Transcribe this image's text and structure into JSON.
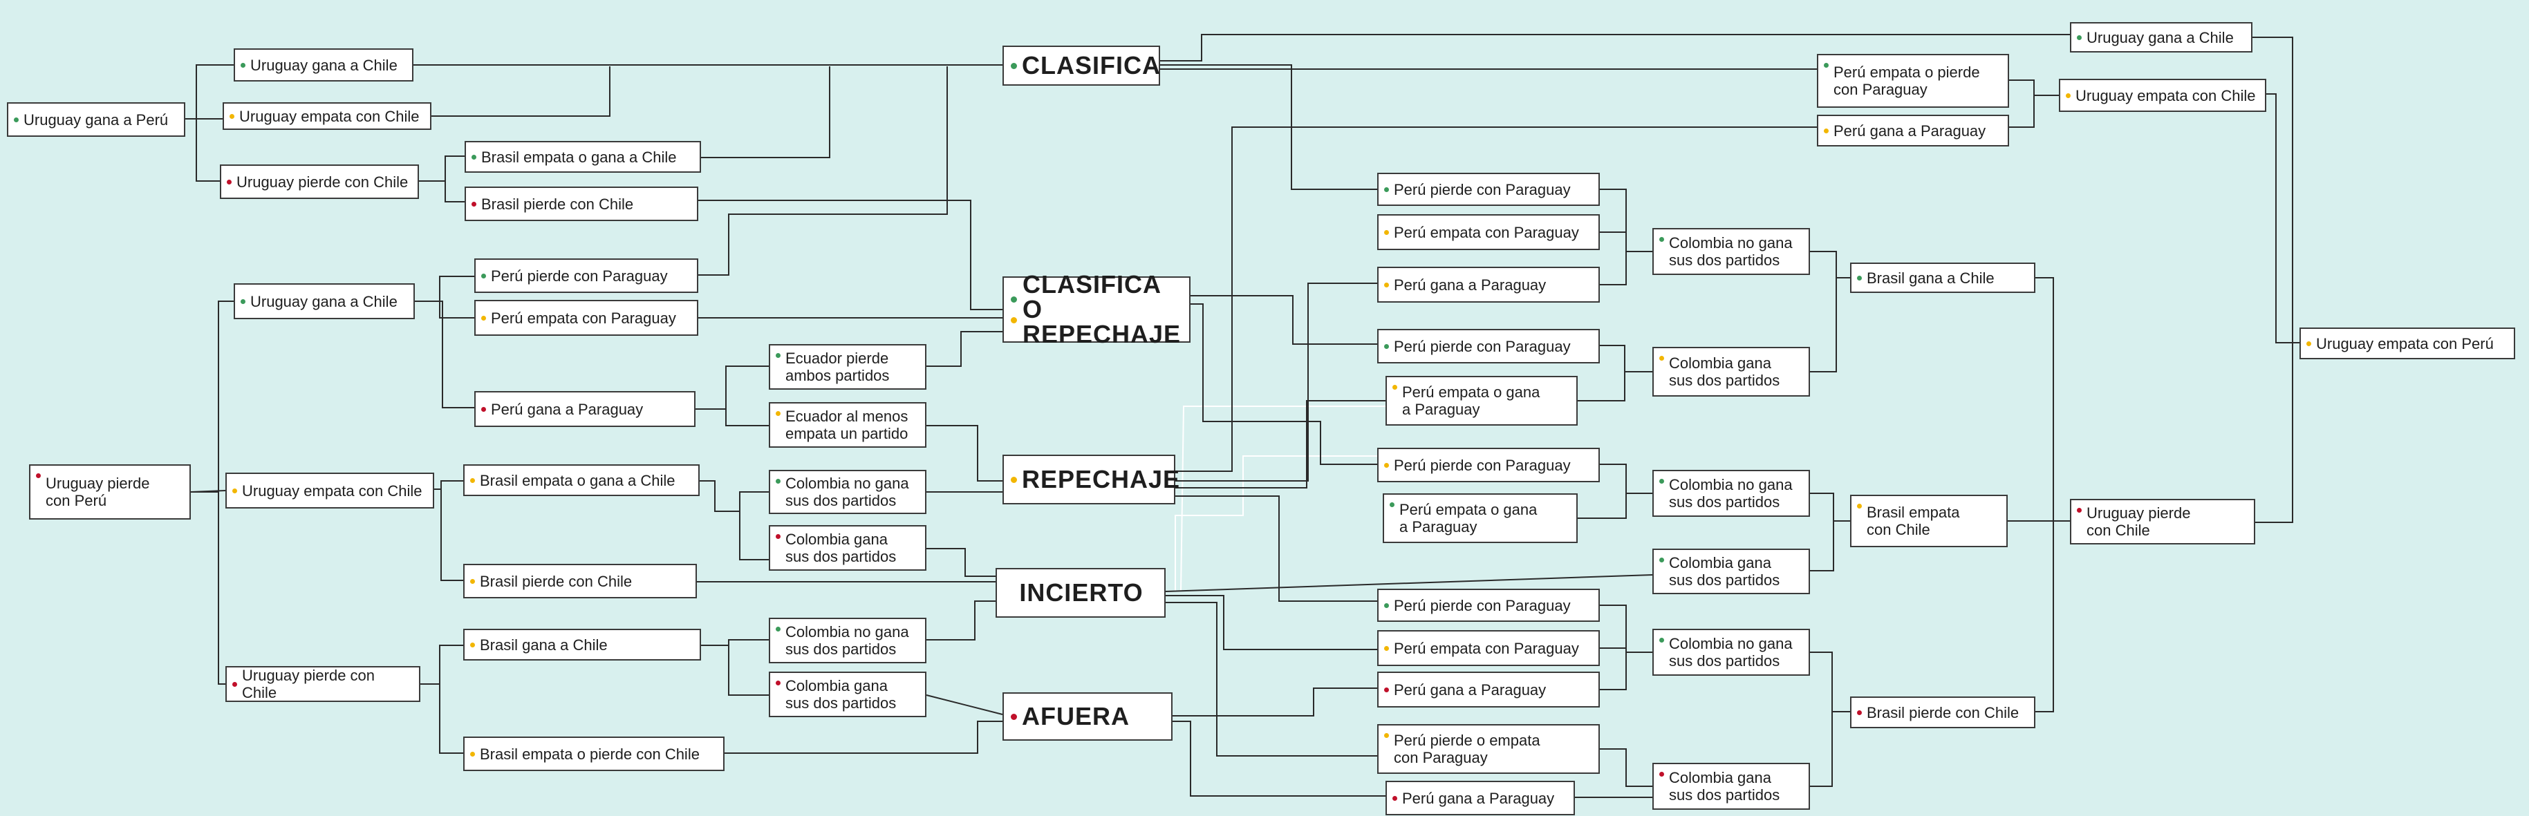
{
  "colors": {
    "green": "#3b9a5a",
    "yellow": "#f2b600",
    "red": "#c0102a",
    "background": "#d8f0ee"
  },
  "nodes": [
    {
      "id": "n01",
      "text": "Uruguay gana a Perú",
      "dot": "green"
    },
    {
      "id": "n02",
      "text": "Uruguay gana a Chile",
      "dot": "green"
    },
    {
      "id": "n03",
      "text": "Uruguay empata con Chile",
      "dot": "yellow"
    },
    {
      "id": "n04",
      "text": "Uruguay pierde con Chile",
      "dot": "red"
    },
    {
      "id": "n05",
      "text": "Brasil empata o gana a Chile",
      "dot": "green"
    },
    {
      "id": "n06",
      "text": "Brasil pierde con Chile",
      "dot": "red"
    },
    {
      "id": "n07",
      "text": "Uruguay pierde\ncon Perú",
      "dot": "red"
    },
    {
      "id": "n08",
      "text": "Uruguay gana a Chile",
      "dot": "green"
    },
    {
      "id": "n09",
      "text": "Perú pierde con Paraguay",
      "dot": "green"
    },
    {
      "id": "n10",
      "text": "Perú empata con Paraguay",
      "dot": "yellow"
    },
    {
      "id": "n11",
      "text": "Perú gana a Paraguay",
      "dot": "red"
    },
    {
      "id": "n12",
      "text": "Ecuador pierde\nambos partidos",
      "dot": "green"
    },
    {
      "id": "n13",
      "text": "Ecuador al menos\nempata un partido",
      "dot": "yellow"
    },
    {
      "id": "n14",
      "text": "Uruguay empata con Chile",
      "dot": "yellow"
    },
    {
      "id": "n15",
      "text": "Brasil empata o gana a Chile",
      "dot": "yellow"
    },
    {
      "id": "n16",
      "text": "Brasil pierde con Chile",
      "dot": "yellow"
    },
    {
      "id": "n17",
      "text": "Colombia no gana\nsus dos partidos",
      "dot": "green"
    },
    {
      "id": "n18",
      "text": "Colombia gana\nsus dos partidos",
      "dot": "red"
    },
    {
      "id": "n19",
      "text": "Uruguay pierde con  Chile",
      "dot": "red"
    },
    {
      "id": "n20",
      "text": "Brasil gana a Chile",
      "dot": "yellow"
    },
    {
      "id": "n21",
      "text": "Brasil empata o pierde con Chile",
      "dot": "yellow"
    },
    {
      "id": "n22",
      "text": "Colombia no gana\nsus dos partidos",
      "dot": "green"
    },
    {
      "id": "n23",
      "text": "Colombia gana\nsus dos partidos",
      "dot": "red"
    },
    {
      "id": "n24",
      "text": "Perú pierde con Paraguay",
      "dot": "green"
    },
    {
      "id": "n25",
      "text": "Perú empata con Paraguay",
      "dot": "yellow"
    },
    {
      "id": "n26",
      "text": "Perú gana a Paraguay",
      "dot": "yellow"
    },
    {
      "id": "n27",
      "text": "Perú pierde con Paraguay",
      "dot": "green"
    },
    {
      "id": "n28",
      "text": "Perú empata o gana\na Paraguay",
      "dot": "yellow"
    },
    {
      "id": "n29",
      "text": "Perú pierde con Paraguay",
      "dot": "yellow"
    },
    {
      "id": "n30",
      "text": "Perú empata o gana\na Paraguay",
      "dot": "green"
    },
    {
      "id": "n31",
      "text": "Perú pierde con Paraguay",
      "dot": "green"
    },
    {
      "id": "n32",
      "text": "Perú empata con Paraguay",
      "dot": "yellow"
    },
    {
      "id": "n33",
      "text": "Perú gana a Paraguay",
      "dot": "red"
    },
    {
      "id": "n34",
      "text": "Perú pierde o empata\ncon Paraguay",
      "dot": "yellow"
    },
    {
      "id": "n35",
      "text": "Perú gana a Paraguay",
      "dot": "red"
    },
    {
      "id": "n36",
      "text": "Colombia no gana\nsus dos partidos",
      "dot": "green"
    },
    {
      "id": "n37",
      "text": "Colombia gana\nsus dos partidos",
      "dot": "yellow"
    },
    {
      "id": "n38",
      "text": "Colombia no gana\nsus dos partidos",
      "dot": "green"
    },
    {
      "id": "n39",
      "text": "Colombia gana\nsus dos partidos",
      "dot": "green"
    },
    {
      "id": "n40",
      "text": "Colombia no gana\nsus dos partidos",
      "dot": "green"
    },
    {
      "id": "n41",
      "text": "Colombia gana\nsus dos partidos",
      "dot": "red"
    },
    {
      "id": "n42",
      "text": "Brasil gana a Chile",
      "dot": "green"
    },
    {
      "id": "n43",
      "text": "Brasil empata\ncon Chile",
      "dot": "yellow"
    },
    {
      "id": "n44",
      "text": "Brasil pierde con Chile",
      "dot": "red"
    },
    {
      "id": "n45",
      "text": "Uruguay gana a Chile",
      "dot": "green"
    },
    {
      "id": "n46",
      "text": "Perú empata o pierde\ncon Paraguay",
      "dot": "green"
    },
    {
      "id": "n47",
      "text": "Perú gana a Paraguay",
      "dot": "yellow"
    },
    {
      "id": "n48",
      "text": "Uruguay empata con Chile",
      "dot": "yellow"
    },
    {
      "id": "n49",
      "text": "Uruguay pierde\ncon Chile",
      "dot": "red"
    },
    {
      "id": "n50",
      "text": "Uruguay empata con Perú",
      "dot": "yellow"
    }
  ],
  "outcomes": [
    {
      "id": "o1",
      "text": "CLASIFICA",
      "dots": [
        "green"
      ]
    },
    {
      "id": "o2",
      "text": "CLASIFICA O\nREPECHAJE",
      "dots": [
        "green",
        "yellow"
      ]
    },
    {
      "id": "o3",
      "text": "REPECHAJE",
      "dots": [
        "yellow"
      ]
    },
    {
      "id": "o4",
      "text": "INCIERTO",
      "dots": []
    },
    {
      "id": "o5",
      "text": "AFUERA",
      "dots": [
        "red"
      ]
    }
  ]
}
